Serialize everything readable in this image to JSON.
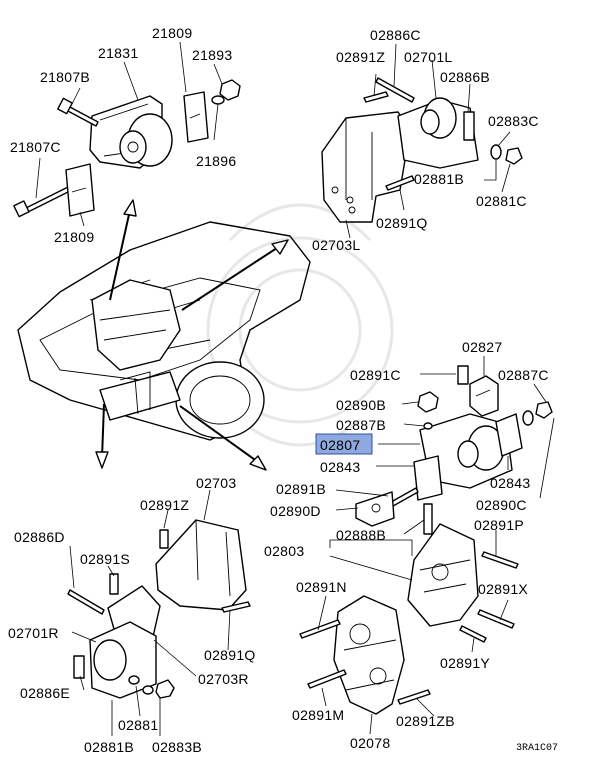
{
  "diagram_code": "3RA1C07",
  "highlighted_part": "02807",
  "labels": {
    "l21809_top": "21809",
    "l21831": "21831",
    "l21893": "21893",
    "l21807B": "21807B",
    "l21896": "21896",
    "l21807C": "21807C",
    "l21809_bot": "21809",
    "l02886C": "02886C",
    "l02891Z_top": "02891Z",
    "l02701L": "02701L",
    "l02886B": "02886B",
    "l02883C": "02883C",
    "l02881B_top": "02881B",
    "l02881C": "02881C",
    "l02891Q_top": "02891Q",
    "l02703L": "02703L",
    "l02827": "02827",
    "l02891C": "02891C",
    "l02887C": "02887C",
    "l02890B": "02890B",
    "l02887B": "02887B",
    "l02807": "02807",
    "l02843_a": "02843",
    "l02843_b": "02843",
    "l02891B": "02891B",
    "l02890D": "02890D",
    "l02890C": "02890C",
    "l02888B": "02888B",
    "l02891P": "02891P",
    "l02803": "02803",
    "l02703": "02703",
    "l02891Z_left": "02891Z",
    "l02886D": "02886D",
    "l02891S": "02891S",
    "l02701R": "02701R",
    "l02891Q_bot": "02891Q",
    "l02703R": "02703R",
    "l02886E": "02886E",
    "l02881": "02881",
    "l02881B_bot": "02881B",
    "l02883B": "02883B",
    "l02891N": "02891N",
    "l02891X": "02891X",
    "l02891Y": "02891Y",
    "l02891M": "02891M",
    "l02891ZB": "02891ZB",
    "l02078": "02078"
  }
}
